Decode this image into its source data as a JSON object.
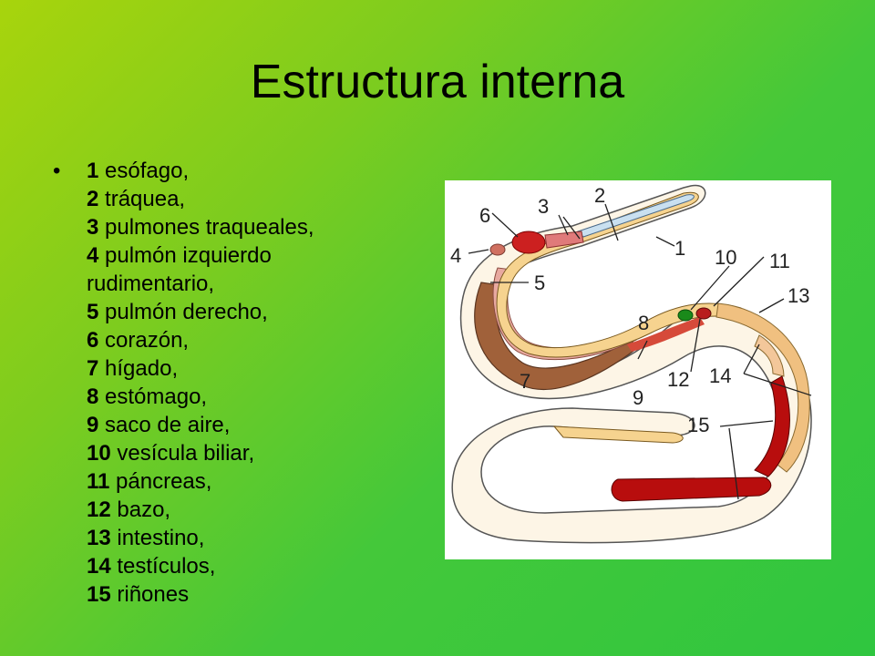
{
  "title": "Estructura interna",
  "bullet": "•",
  "items": [
    {
      "num": "1",
      "text": "esófago,"
    },
    {
      "num": "2",
      "text": "tráquea,"
    },
    {
      "num": "3",
      "text": "pulmones traqueales,"
    },
    {
      "num": "4",
      "text": "pulmón izquierdo"
    },
    {
      "num": "",
      "text": "rudimentario,"
    },
    {
      "num": "5",
      "text": "pulmón derecho,"
    },
    {
      "num": "6",
      "text": "corazón,"
    },
    {
      "num": "7",
      "text": "hígado,"
    },
    {
      "num": "8",
      "text": "estómago,"
    },
    {
      "num": "9",
      "text": "saco de aire,"
    },
    {
      "num": "10",
      "text": "vesícula biliar,"
    },
    {
      "num": "11",
      "text": "páncreas,"
    },
    {
      "num": "12",
      "text": "bazo,"
    },
    {
      "num": "13",
      "text": "intestino,"
    },
    {
      "num": "14",
      "text": "testículos,"
    },
    {
      "num": "15",
      "text": "riñones"
    }
  ],
  "diagram_labels": {
    "l1": "1",
    "l2": "2",
    "l3": "3",
    "l4": "4",
    "l5": "5",
    "l6": "6",
    "l7": "7",
    "l8": "8",
    "l9": "9",
    "l10": "10",
    "l11": "11",
    "l12": "12",
    "l13": "13",
    "l14": "14",
    "l15": "15"
  },
  "colors": {
    "background_start": "#a8d40c",
    "background_end": "#2fc63f",
    "liver": "#a0613a",
    "kidney": "#b80d0d",
    "heart": "#cc2020",
    "gallbladder": "#1a8a1a",
    "digestive": "#f6d38f",
    "esophagus": "#c9e0f0"
  }
}
